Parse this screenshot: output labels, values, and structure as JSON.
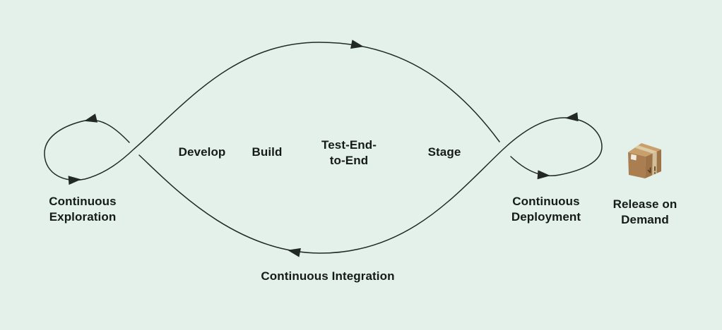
{
  "colors": {
    "background": "#e3f1ea",
    "line": "#222826",
    "text": "#161b19",
    "box_top": "#c99f6b",
    "box_front": "#aa7e50",
    "box_side": "#9d7347",
    "box_tape": "#ddcba6",
    "box_tape_side": "#d2bf9a",
    "box_label": "#f1ede2",
    "box_marks": "#553a1c"
  },
  "diagram": {
    "loop_labels": {
      "continuous_exploration": "Continuous\nExploration",
      "continuous_deployment": "Continuous\nDeployment",
      "continuous_integration": "Continuous Integration"
    },
    "pipeline_steps": [
      {
        "label": "Develop"
      },
      {
        "label": "Build"
      },
      {
        "label": "Test-End-\nto-End"
      },
      {
        "label": "Stage"
      }
    ],
    "release": {
      "label": "Release on\nDemand",
      "icon": "package-box-icon"
    }
  }
}
